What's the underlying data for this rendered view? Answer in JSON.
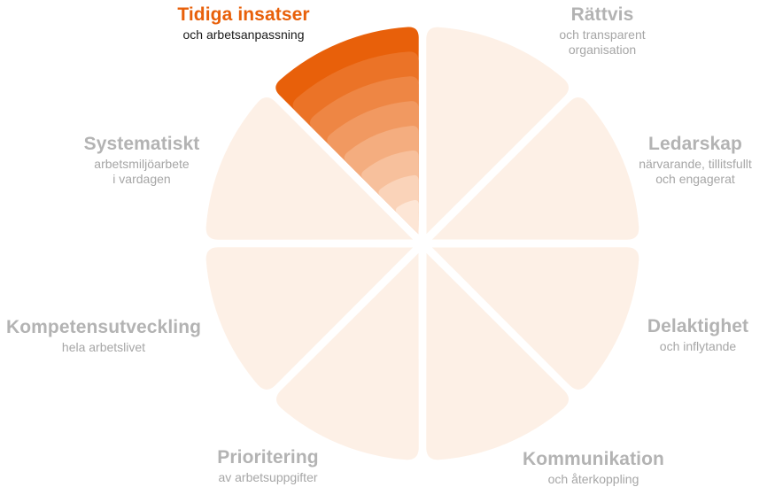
{
  "colors": {
    "active_title": "#e8600a",
    "active_ring_outer": "#e8600a",
    "active_ring_inner": "#fde6d6",
    "inactive_segment": "#fdf0e6",
    "inactive_title": "#b3b3b3",
    "inactive_subtitle": "#a6a6a6"
  },
  "segments": [
    {
      "key": "tidiga",
      "title": "Tidiga insatser",
      "subtitle": [
        "och arbetsanpassning"
      ],
      "active": true,
      "level": 8
    },
    {
      "key": "rattvis",
      "title": "Rättvis",
      "subtitle": [
        "och transparent",
        "organisation"
      ],
      "active": false,
      "level": 0
    },
    {
      "key": "ledarskap",
      "title": "Ledarskap",
      "subtitle": [
        "närvarande, tillitsfullt",
        "och engagerat"
      ],
      "active": false,
      "level": 0
    },
    {
      "key": "delaktighet",
      "title": "Delaktighet",
      "subtitle": [
        "och inflytande"
      ],
      "active": false,
      "level": 0
    },
    {
      "key": "kommunikation",
      "title": "Kommunikation",
      "subtitle": [
        "och återkoppling"
      ],
      "active": false,
      "level": 0
    },
    {
      "key": "prioritering",
      "title": "Prioritering",
      "subtitle": [
        "av arbetsuppgifter"
      ],
      "active": false,
      "level": 0
    },
    {
      "key": "kompetens",
      "title": "Kompetensutveckling",
      "subtitle": [
        "hela arbetslivet"
      ],
      "active": false,
      "level": 0
    },
    {
      "key": "systematiskt",
      "title": "Systematiskt",
      "subtitle": [
        "arbetsmiljöarbete",
        "i vardagen"
      ],
      "active": false,
      "level": 0
    }
  ]
}
